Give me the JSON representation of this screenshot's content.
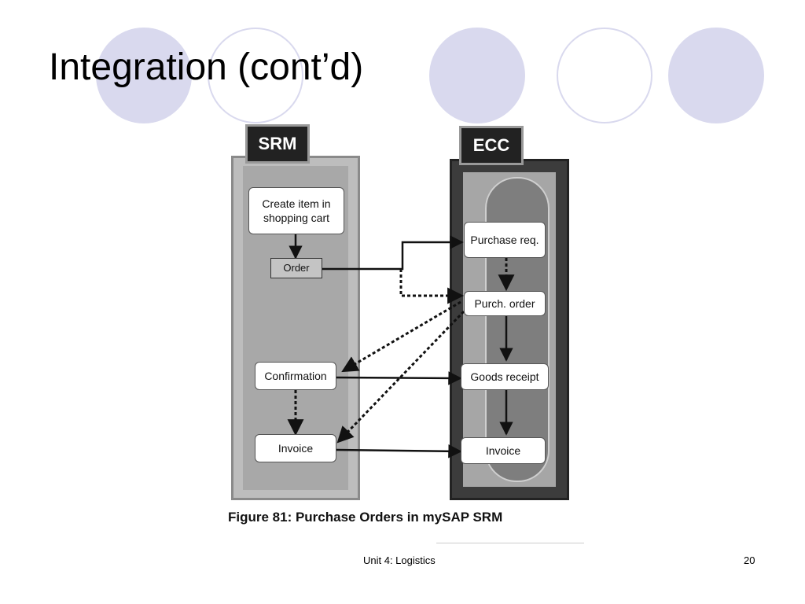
{
  "slide": {
    "title": "Integration (cont’d)",
    "footer": "Unit 4: Logistics",
    "page_number": "20"
  },
  "theme": {
    "circle_color": "#d9d9ee"
  },
  "figure": {
    "srm_label": "SRM",
    "ecc_label": "ECC",
    "nodes": {
      "create_item": "Create item in shopping cart",
      "order": "Order",
      "confirmation": "Confirmation",
      "srm_invoice": "Invoice",
      "purchase_req": "Purchase req.",
      "purch_order": "Purch. order",
      "goods_receipt": "Goods receipt",
      "ecc_invoice": "Invoice"
    },
    "caption": "Figure 81:  Purchase Orders in mySAP SRM"
  }
}
